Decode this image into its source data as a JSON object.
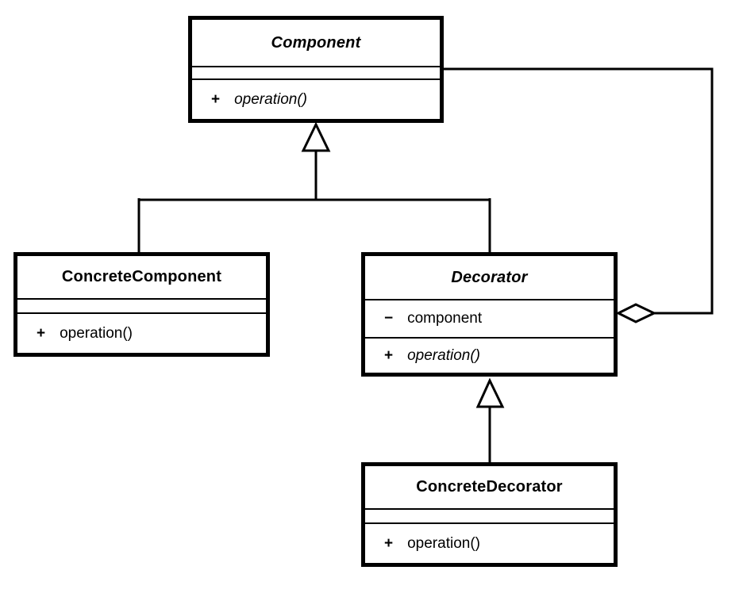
{
  "colors": {
    "background": "#ffffff",
    "stroke": "#000000",
    "box_fill": "#ffffff"
  },
  "classes": {
    "component": {
      "name": "Component",
      "abstract": true,
      "attributes": [],
      "methods": [
        {
          "visibility": "+",
          "signature": "operation()",
          "abstract": true
        }
      ]
    },
    "concrete_component": {
      "name": "ConcreteComponent",
      "abstract": false,
      "attributes": [],
      "methods": [
        {
          "visibility": "+",
          "signature": "operation()",
          "abstract": false
        }
      ]
    },
    "decorator": {
      "name": "Decorator",
      "abstract": true,
      "attributes": [
        {
          "visibility": "−",
          "name": "component"
        }
      ],
      "methods": [
        {
          "visibility": "+",
          "signature": "operation()",
          "abstract": true
        }
      ]
    },
    "concrete_decorator": {
      "name": "ConcreteDecorator",
      "abstract": false,
      "attributes": [],
      "methods": [
        {
          "visibility": "+",
          "signature": "operation()",
          "abstract": false
        }
      ]
    }
  },
  "relationships": [
    {
      "type": "generalization",
      "from": "ConcreteComponent",
      "to": "Component"
    },
    {
      "type": "generalization",
      "from": "Decorator",
      "to": "Component"
    },
    {
      "type": "generalization",
      "from": "ConcreteDecorator",
      "to": "Decorator"
    },
    {
      "type": "aggregation",
      "owner": "Decorator",
      "part": "Component"
    }
  ]
}
